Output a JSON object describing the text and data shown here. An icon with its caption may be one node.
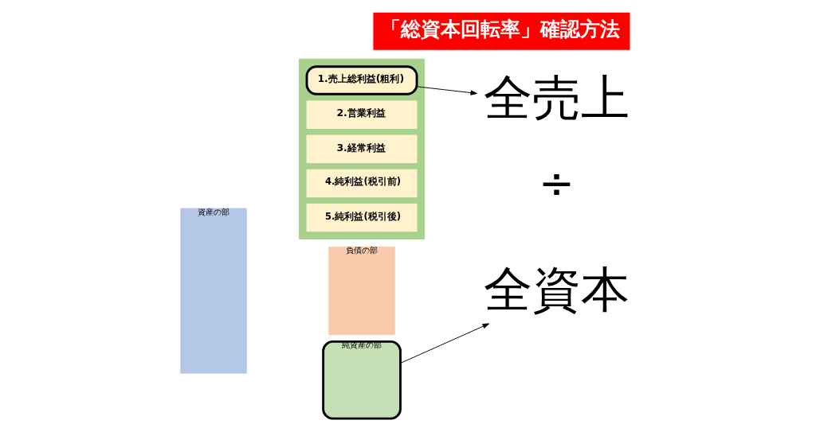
{
  "diagram": {
    "title": "「総資本回転率」確認方法",
    "nodes": [
      {
        "text": [],
        "shape": "box"
      },
      {
        "text": [
          "1.売上総利益(粗利)"
        ],
        "in": 0
      },
      {
        "text": [
          "2.営業利益"
        ],
        "in": 0
      },
      {
        "text": [
          "3.経常利益"
        ],
        "in": 0
      },
      {
        "text": [
          "4.純利益(税引前)"
        ],
        "in": 0
      },
      {
        "text": [
          "5.純利益(税引後)"
        ],
        "in": 0
      },
      {
        "text": [
          "資産の部"
        ]
      },
      {
        "text": [
          "負債の部"
        ]
      },
      {
        "text": [
          "純資産の部"
        ]
      },
      {
        "text": [
          "全売上"
        ]
      },
      {
        "text": [
          "全資本"
        ]
      }
    ],
    "edges": [
      {
        "from": 1,
        "to": 9,
        "arrow": "to"
      },
      {
        "from": 8,
        "to": 10,
        "arrow": "to"
      }
    ],
    "labels": [
      "÷"
    ]
  }
}
